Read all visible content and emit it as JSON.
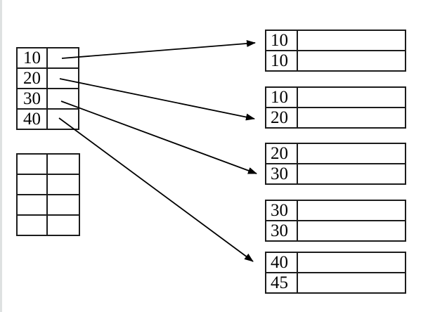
{
  "diagram": {
    "index_table": {
      "rows": [
        {
          "key": "10",
          "pointer": ""
        },
        {
          "key": "20",
          "pointer": ""
        },
        {
          "key": "30",
          "pointer": ""
        },
        {
          "key": "40",
          "pointer": ""
        }
      ]
    },
    "empty_table": {
      "rows": [
        {
          "c1": "",
          "c2": ""
        },
        {
          "c1": "",
          "c2": ""
        },
        {
          "c1": "",
          "c2": ""
        },
        {
          "c1": "",
          "c2": ""
        }
      ]
    },
    "blocks": [
      {
        "rows": [
          {
            "key": "10",
            "value": ""
          },
          {
            "key": "10",
            "value": ""
          }
        ]
      },
      {
        "rows": [
          {
            "key": "10",
            "value": ""
          },
          {
            "key": "20",
            "value": ""
          }
        ]
      },
      {
        "rows": [
          {
            "key": "20",
            "value": ""
          },
          {
            "key": "30",
            "value": ""
          }
        ]
      },
      {
        "rows": [
          {
            "key": "30",
            "value": ""
          },
          {
            "key": "30",
            "value": ""
          }
        ]
      },
      {
        "rows": [
          {
            "key": "40",
            "value": ""
          },
          {
            "key": "45",
            "value": ""
          }
        ]
      }
    ],
    "connections": [
      {
        "from_key": "10",
        "to_block": 1
      },
      {
        "from_key": "20",
        "to_block": 2
      },
      {
        "from_key": "30",
        "to_block": 3
      },
      {
        "from_key": "40",
        "to_block": 5
      }
    ],
    "colors": {
      "background": "#ffffff",
      "table_border": "#1c1c1c",
      "text": "#030303",
      "arrow": "#000000",
      "page_edge": "#dee1e1"
    }
  }
}
